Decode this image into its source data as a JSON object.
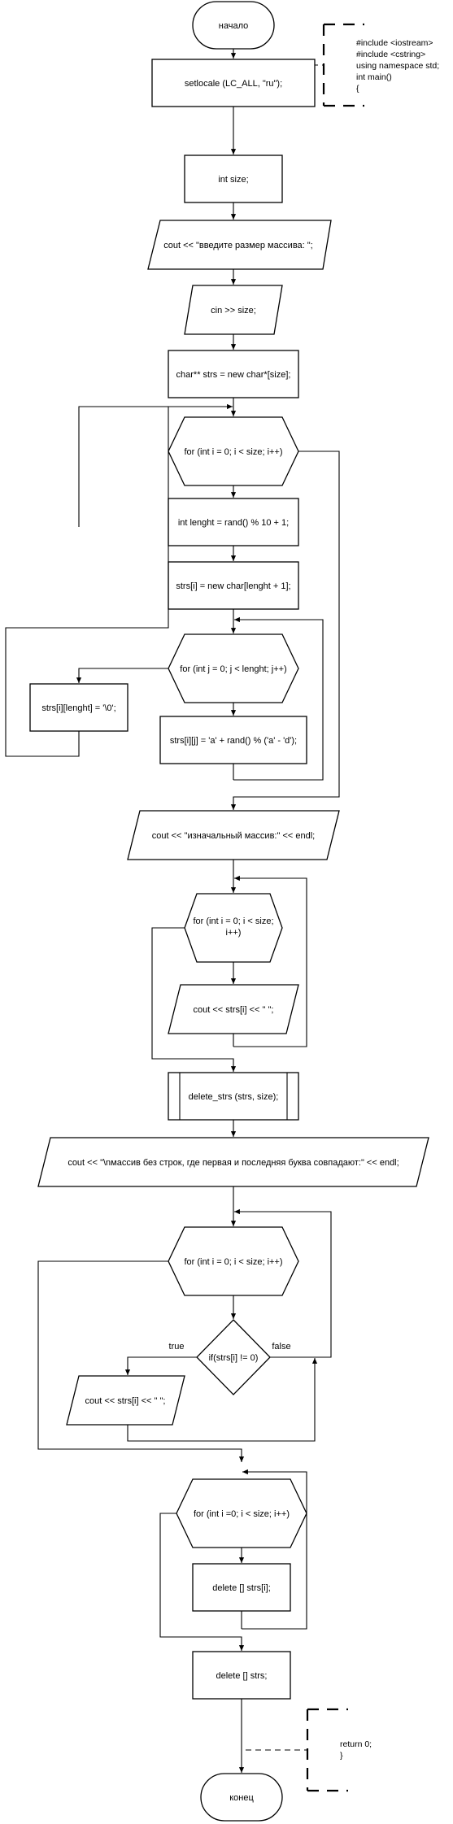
{
  "nodes": {
    "start": "начало",
    "include_1": "#include <iostream>",
    "include_2": "#include <cstring>",
    "using_ns": "using namespace std;",
    "int_main": "int main()",
    "open_brace": "{",
    "setlocale": "setlocale (LC_ALL, \"ru\");",
    "int_size": "int size;",
    "cout_prompt": "cout << \"введите размер массива: \";",
    "cin_size": "cin >> size;",
    "new_strs": "char** strs = new char*[size];",
    "for_i_1": "for (int i = 0; i < size; i++)",
    "lenght": "int lenght = rand() % 10  + 1;",
    "new_strs_i": "strs[i] = new char[lenght + 1];",
    "for_j": "for (int j = 0; j < lenght; j++)",
    "null_term": "strs[i][lenght] = '\\0';",
    "rand_char": "strs[i][j] = 'a' + rand() % ('a' - 'd');",
    "cout_initial": "cout << \"изначальный массив:\" << endl;",
    "for_i_2_line1": "for (int i = 0; i < size;",
    "for_i_2_line2": "i++)",
    "cout_strs_1": "cout << strs[i] << \"  \";",
    "delete_call": "delete_strs (strs, size);",
    "cout_result": "cout << \"\\nмассив без строк, где первая и последняя буква совпадают:\" << endl;",
    "for_i_3": "for (int i = 0; i < size; i++)",
    "if_cond": "if(strs[i] != 0)",
    "true_label": "true",
    "false_label": "false",
    "cout_strs_2": "cout << strs[i] << \"  \";",
    "for_i_4": "for (int i =0; i < size; i++)",
    "delete_strs_i": "delete [] strs[i];",
    "delete_strs": "delete [] strs;",
    "return_0": "return 0;",
    "close_brace": "}",
    "end": "конец"
  }
}
